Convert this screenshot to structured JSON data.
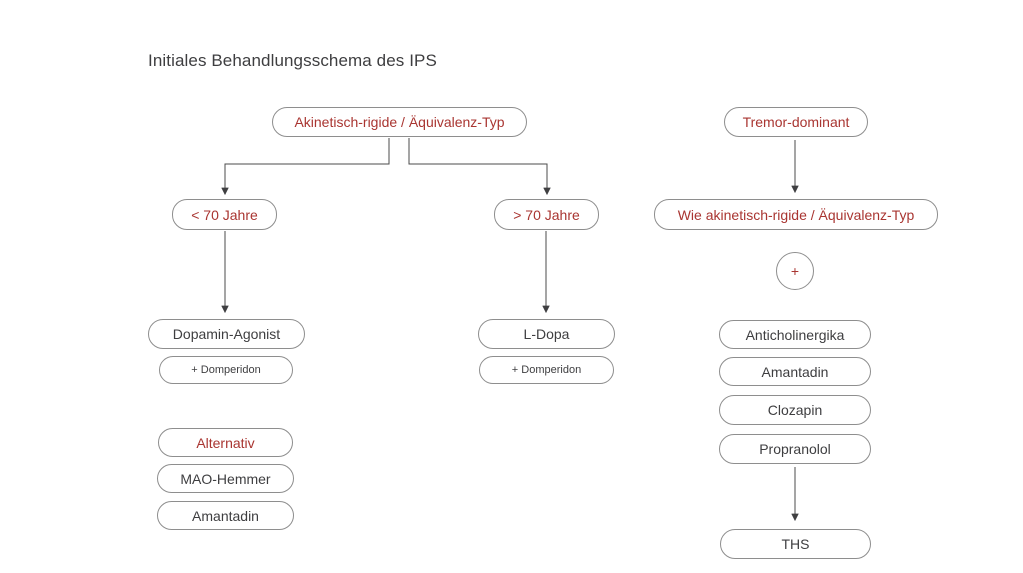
{
  "title": "Initiales Behandlungsschema des IPS",
  "colors": {
    "accent_red": "#a93531",
    "text_dark": "#3e3e40",
    "node_border": "#8e8e8e",
    "connector": "#4b4b4b",
    "background": "#ffffff"
  },
  "diagram": {
    "type": "flowchart",
    "branches": {
      "akinetic": {
        "root": "Akinetisch-rigide / Äquivalenz-Typ",
        "age_under_70": "< 70 Jahre",
        "age_over_70": "> 70 Jahre",
        "under_70_drug": "Dopamin-Agonist",
        "under_70_adjunct": "+ Domperidon",
        "over_70_drug": "L-Dopa",
        "over_70_adjunct": "+ Domperidon",
        "alternative_label": "Alternativ",
        "alternative_drugs": [
          "MAO-Hemmer",
          "Amantadin"
        ]
      },
      "tremor": {
        "root": "Tremor-dominant",
        "base_therapy": "Wie akinetisch-rigide / Äquivalenz-Typ",
        "plus_symbol": "+",
        "add_on_drugs": [
          "Anticholinergika",
          "Amantadin",
          "Clozapin",
          "Propranolol"
        ],
        "escalation": "THS"
      }
    }
  }
}
